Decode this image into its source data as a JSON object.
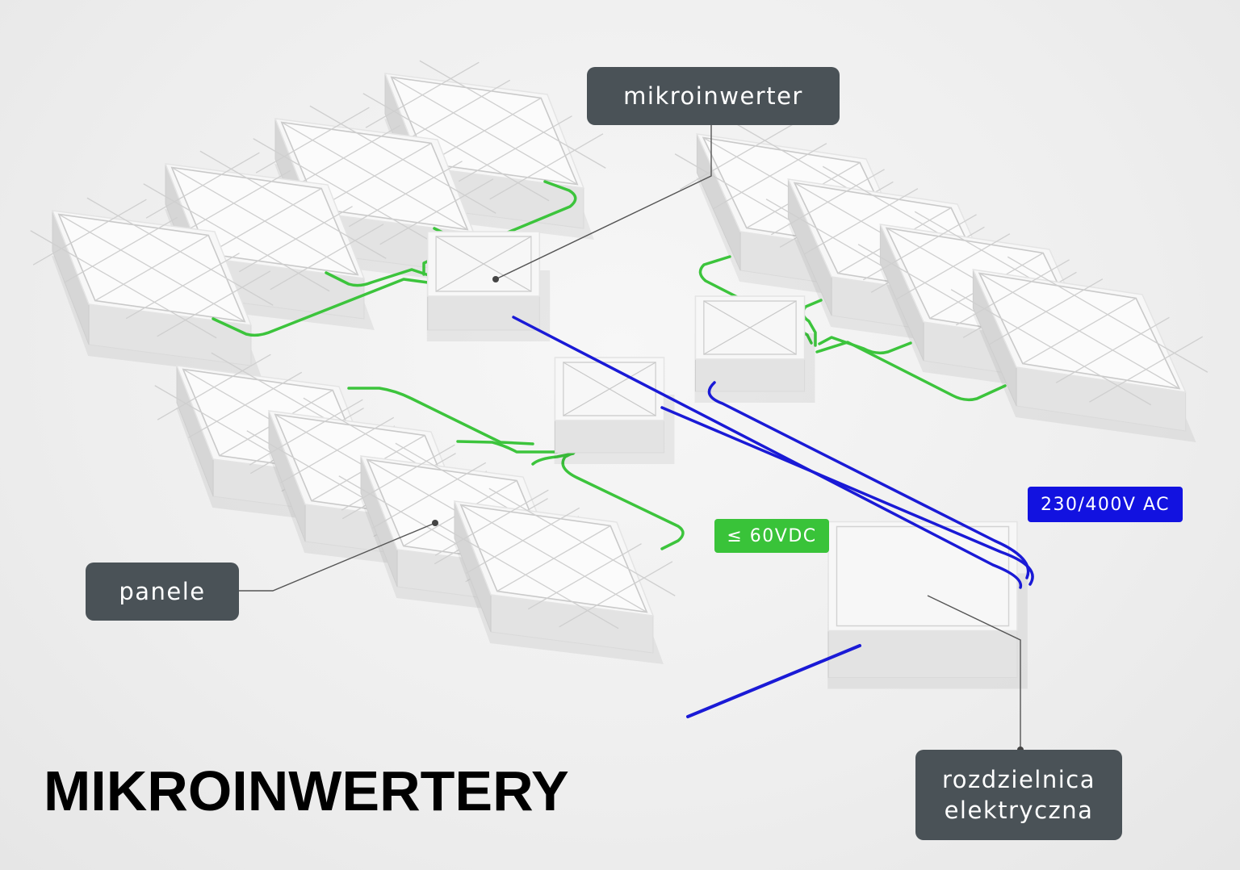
{
  "labels": {
    "microinverter": "mikroinwerter",
    "panels": "panele",
    "switchboard_line1": "rozdzielnica",
    "switchboard_line2": "elektryczna",
    "dc_voltage": "≤ 60VDC",
    "ac_voltage": "230/400V AC"
  },
  "title": "MIKROINWERTERY",
  "colors": {
    "dc_cable": "#3cc43c",
    "ac_cable": "#1a1ad6",
    "label_dark": "#4a5257",
    "dc_badge": "#39c339",
    "ac_badge": "#1212e0"
  }
}
